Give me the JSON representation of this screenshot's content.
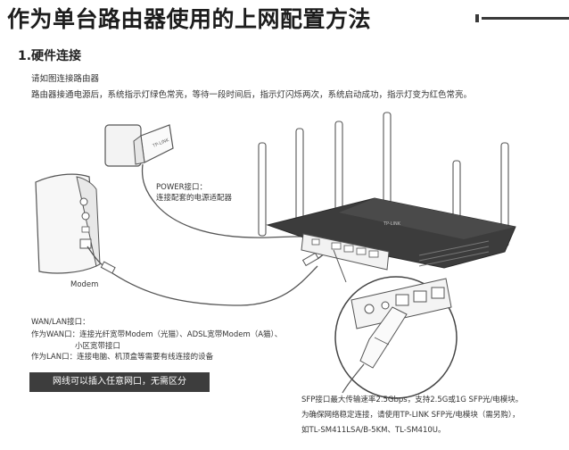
{
  "page": {
    "title": "作为单台路由器使用的上网配置方法"
  },
  "section": {
    "heading": "1.硬件连接",
    "intro_line1": "请如图连接路由器",
    "intro_line2": "路由器接通电源后，系统指示灯绿色常亮，等待一段时间后，指示灯闪烁两次，系统启动成功，指示灯变为红色常亮。"
  },
  "figure": {
    "power_label_line1": "POWER接口：",
    "power_label_line2": "连接配套的电源适配器",
    "modem_label": "Modem",
    "adapter_brand": "TP-LINK",
    "router_brand": "TP-LINK",
    "wan_lan_title": "WAN/LAN接口：",
    "wan_line1": "作为WAN口：连接光纤宽带Modem（光猫）、ADSL宽带Modem（A猫）、",
    "wan_line2": "小区宽带接口",
    "lan_line": "作为LAN口：连接电脑、机顶盒等需要有线连接的设备",
    "note": "网线可以插入任意网口，无需区分",
    "sfp_line1": "SFP接口最大传输速率2.5Gbps，支持2.5G或1G SFP光/电模块。",
    "sfp_line2": "为确保网络稳定连接，请使用TP-LINK SFP光/电模块（需另购），",
    "sfp_line3": "如TL-SM411LSA/B-5KM、TL-SM410U。"
  },
  "colors": {
    "text": "#2b2b2b",
    "note_background": "#3d3d3d",
    "router_body": "#3c3c3c",
    "device_outline": "#555555"
  },
  "icons": [
    "power-adapter-icon",
    "modem-icon",
    "router-icon",
    "ethernet-cable-icon",
    "sfp-module-icon"
  ]
}
